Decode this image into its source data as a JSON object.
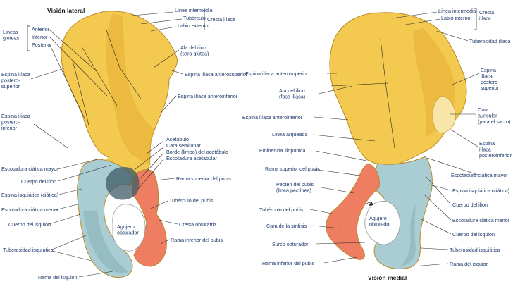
{
  "colors": {
    "ilium": "#f3c94f",
    "ilium_shade": "#e3ad33",
    "ischium": "#a9cdd3",
    "ischium_shade": "#86b0b8",
    "pubis": "#ef7d62",
    "pubis_shade": "#d9553d",
    "cartilage": "#f7e6a8",
    "label_text": "#1d3a6b",
    "leader_line": "#2a2a2a"
  },
  "lateral": {
    "title": "Visión lateral",
    "foramen": "Agujero\nobturador",
    "groups": {
      "lineas_gluteas": "Líneas\nglúteas",
      "cresta_iliaca": "Cresta ilíaca"
    },
    "labels": {
      "linea_intermedia": "Línea intermedia",
      "tuberculo": "Tubérculo",
      "labio_externo": "Labio externo",
      "anterior": "Anterior",
      "inferior": "Inferior",
      "posterior": "Posterior",
      "ala_ilion": "Ala del ilion\n(cara glútea)",
      "espina_ant_sup": "Espina ilíaca anterosuperior",
      "espina_post_sup": "Espina ilíaca\npostero-\nsuperior",
      "espina_ant_inf": "Espina ilíaca anteroinferior",
      "espina_post_inf": "Espina ilíaca\npostero-\ninferior",
      "acetabulo": "Acetábulo",
      "cara_semilunar": "Cara semilunar",
      "borde_acetabulo": "Borde (limbo) del acetábulo",
      "escotadura_acetabular": "Escotadura acetabular",
      "escotadura_ciatica_mayor": "Escotadura ciática mayor",
      "rama_superior_pubis": "Rama superior del pubis",
      "cuerpo_ilion": "Cuerpo del ilion",
      "espina_isquiatica": "Espina isquiática (ciática)",
      "tuberculo_pubis": "Tubérculo del pubis",
      "escotadura_ciatica_menor": "Escotadura ciática menor",
      "cuerpo_isquion": "Cuerpo del isquion",
      "cresta_obturatriz": "Cresta obturatriz",
      "rama_inferior_pubis": "Rama inferior del pubis",
      "tuberosidad_isquiatica": "Tuberosidad isquiática",
      "rama_isquion": "Rama del isquion"
    }
  },
  "medial": {
    "title": "Visión medial",
    "foramen": "Agujero\nobturador",
    "labels": {
      "linea_intermedia": "Línea intermedia",
      "labio_interno": "Labio interno",
      "cresta_iliaca": "Cresta\nilíaca",
      "tuberosidad_iliaca": "Tuberosidad ilíaca",
      "espina_ant_sup": "Espina ilíaca anterosuperior",
      "espina_post_sup": "Espina\nilíaca\npostero-\nsuperior",
      "ala_ilion": "Ala del ilion\n(fosa ilíaca)",
      "cara_auricular": "Cara\nauricular\n(para el sacro)",
      "espina_ant_inf": "Espina ilíaca anteroinferior",
      "linea_arqueada": "Línea arqueada",
      "espina_post_inf": "Espina\nilíaca\nposteroinferior",
      "eminencia_iliopubica": "Eminencia iliopúbica",
      "rama_superior_pubis": "Rama superior del pubis",
      "escotadura_ciatica_mayor": "Escotadura ciática mayor",
      "pecten_pubis": "Pecten del pubis\n(línea pectínea)",
      "espina_isquiatica": "Espina isquiática (ciática)",
      "tuberculo_pubis": "Tubérculo del pubis",
      "cuerpo_ilion": "Cuerpo del ilion",
      "escotadura_ciatica_menor": "Escotadura ciática menor",
      "cara_sinfisis": "Cara de la sínfisis",
      "cuerpo_isquion": "Cuerpo del isquion",
      "surco_obturador": "Surco obturador",
      "tuberosidad_isquiatica": "Tuberosidad isquiática",
      "rama_inferior_pubis": "Rama inferior del pubis",
      "rama_isquion": "Rama del isquion"
    }
  }
}
